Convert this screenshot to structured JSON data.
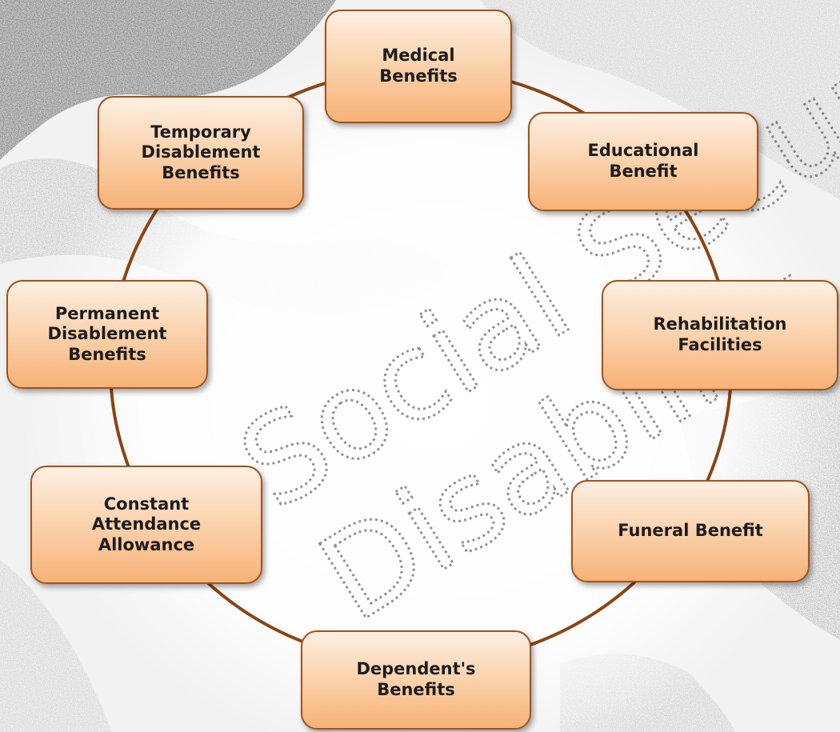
{
  "background": {
    "watermark_line1": "Social Security",
    "watermark_line2": "Disability"
  },
  "colors": {
    "ring": "#8b4513",
    "box_border": "#a1521b",
    "box_fill_top": "#fdefe2",
    "box_fill_bottom": "#f7b277",
    "text": "#1c1c1c"
  },
  "benefits": [
    {
      "id": "medical",
      "label": "Medical\nBenefits"
    },
    {
      "id": "educational",
      "label": "Educational\nBenefit"
    },
    {
      "id": "rehabilitation",
      "label": "Rehabilitation\nFacilities"
    },
    {
      "id": "funeral",
      "label": "Funeral Benefit"
    },
    {
      "id": "dependents",
      "label": "Dependent's\nBenefits"
    },
    {
      "id": "constant-attendance",
      "label": "Constant\nAttendance\nAllowance"
    },
    {
      "id": "permanent-disablement",
      "label": "Permanent\nDisablement\nBenefits"
    },
    {
      "id": "temporary-disablement",
      "label": "Temporary\nDisablement\nBenefits"
    }
  ]
}
